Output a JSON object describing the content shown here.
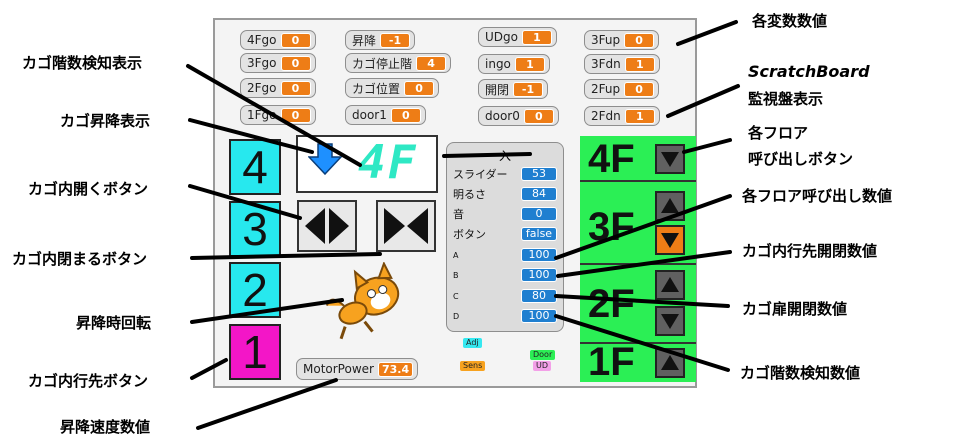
{
  "variables": {
    "fgo4": {
      "name": "4Fgo",
      "value": "0"
    },
    "shoukou": {
      "name": "昇降",
      "value": "-1"
    },
    "udgo": {
      "name": "UDgo",
      "value": "1"
    },
    "fup3": {
      "name": "3Fup",
      "value": "0"
    },
    "fgo3": {
      "name": "3Fgo",
      "value": "0"
    },
    "teishikai": {
      "name": "カゴ停止階",
      "value": "4"
    },
    "ingo": {
      "name": "ingo",
      "value": "1"
    },
    "fdn3": {
      "name": "3Fdn",
      "value": "1"
    },
    "fgo2": {
      "name": "2Fgo",
      "value": "0"
    },
    "ichi": {
      "name": "カゴ位置",
      "value": "0"
    },
    "kaihei": {
      "name": "開閉",
      "value": "-1"
    },
    "fup2": {
      "name": "2Fup",
      "value": "0"
    },
    "fgo1": {
      "name": "1Fgo",
      "value": "0"
    },
    "door1": {
      "name": "door1",
      "value": "0"
    },
    "door0": {
      "name": "door0",
      "value": "0"
    },
    "fdn2": {
      "name": "2Fdn",
      "value": "1"
    }
  },
  "floor_buttons": [
    "4",
    "3",
    "2",
    "1"
  ],
  "display": {
    "digits": "4F"
  },
  "board": {
    "title": "入",
    "rows": [
      {
        "label": "スライダー",
        "value": "53"
      },
      {
        "label": "明るさ",
        "value": "84"
      },
      {
        "label": "音",
        "value": "0"
      },
      {
        "label": "ボタン",
        "value": "false"
      },
      {
        "label": "A",
        "value": "100"
      },
      {
        "label": "B",
        "value": "100"
      },
      {
        "label": "C",
        "value": "80"
      },
      {
        "label": "D",
        "value": "100"
      }
    ]
  },
  "motor": {
    "name": "MotorPower",
    "value": "73.4"
  },
  "sprites": {
    "adj": "Adj",
    "sens": "Sens",
    "door": "Door",
    "ud": "UD"
  },
  "floors": [
    "4F",
    "3F",
    "2F",
    "1F"
  ],
  "annotations": {
    "kakuhensu": "各変数数値",
    "scratchboard": "ScratchBoard",
    "kanshiban": "監視盤表示",
    "floor_call": "各フロア",
    "floor_call2": "呼び出しボタン",
    "floor_call_value": "各フロア呼び出し数値",
    "dest_value": "カゴ内行先開閉数値",
    "door_value": "カゴ扉開閉数値",
    "floor_detect_value": "カゴ階数検知数値",
    "floor_detect_display": "カゴ階数検知表示",
    "updown_display": "カゴ昇降表示",
    "open_button": "カゴ内開くボタン",
    "close_button": "カゴ内閉まるボタン",
    "rotate": "昇降時回転",
    "dest_button": "カゴ内行先ボタン",
    "speed_value": "昇降速度数値"
  },
  "colors": {
    "orange": "#ee7d16",
    "cyan": "#27e8ee",
    "magenta": "#f316c7",
    "green": "#2bef55",
    "blue": "#1f7fd0"
  }
}
